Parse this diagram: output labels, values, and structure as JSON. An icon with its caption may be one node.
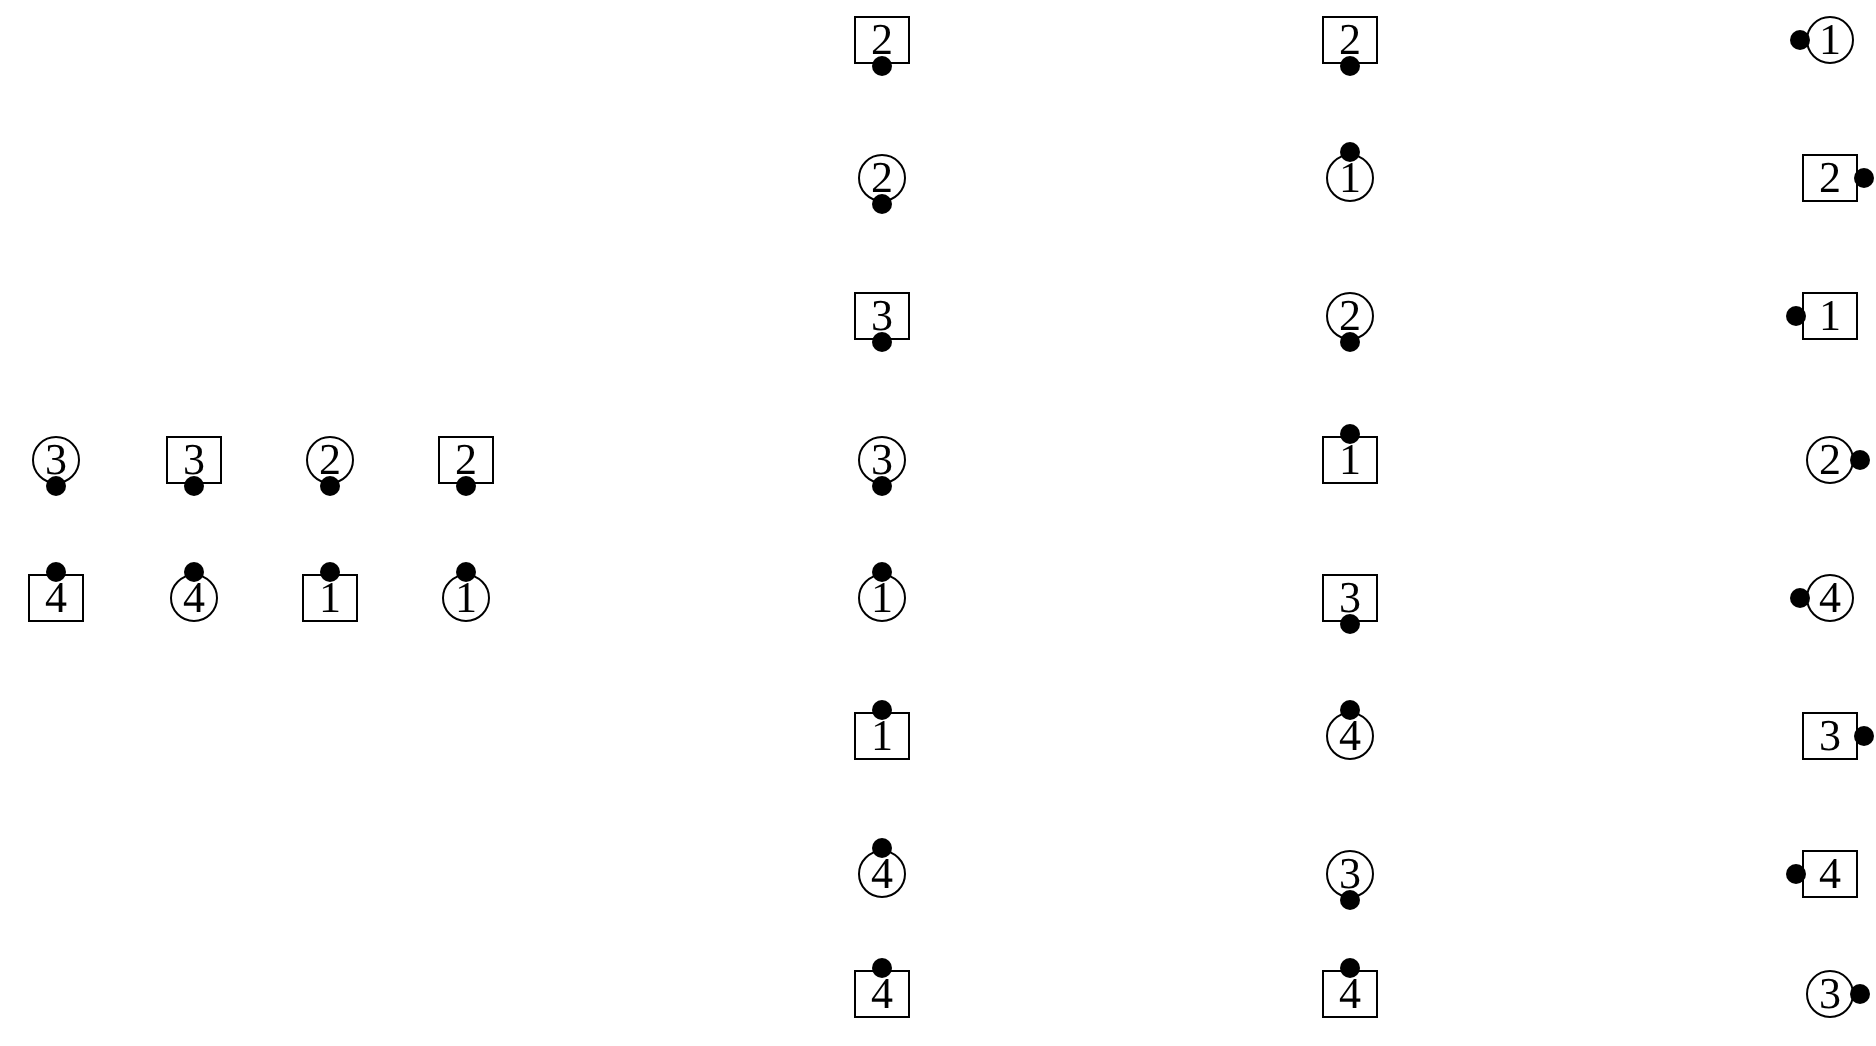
{
  "diagram": {
    "nodes": [
      {
        "text": [
          "2"
        ]
      },
      {
        "text": [
          "2"
        ]
      },
      {
        "text": [
          "1"
        ]
      },
      {
        "text": [
          "2"
        ]
      },
      {
        "text": [
          "1"
        ]
      },
      {
        "text": [
          "2"
        ]
      },
      {
        "text": [
          "3"
        ]
      },
      {
        "text": [
          "2"
        ]
      },
      {
        "text": [
          "1"
        ]
      },
      {
        "text": [
          "3"
        ]
      },
      {
        "text": [
          "3"
        ]
      },
      {
        "text": [
          "2"
        ]
      },
      {
        "text": [
          "2"
        ]
      },
      {
        "text": [
          "3"
        ]
      },
      {
        "text": [
          "1"
        ]
      },
      {
        "text": [
          "2"
        ]
      },
      {
        "text": [
          "4"
        ]
      },
      {
        "text": [
          "4"
        ]
      },
      {
        "text": [
          "1"
        ]
      },
      {
        "text": [
          "1"
        ]
      },
      {
        "text": [
          "1"
        ]
      },
      {
        "text": [
          "3"
        ]
      },
      {
        "text": [
          "4"
        ]
      },
      {
        "text": [
          "1"
        ]
      },
      {
        "text": [
          "4"
        ]
      },
      {
        "text": [
          "3"
        ]
      },
      {
        "text": [
          "4"
        ]
      },
      {
        "text": [
          "3"
        ]
      },
      {
        "text": [
          "4"
        ]
      },
      {
        "text": [
          "4"
        ]
      },
      {
        "text": [
          "4"
        ]
      },
      {
        "text": [
          "3"
        ]
      }
    ]
  }
}
